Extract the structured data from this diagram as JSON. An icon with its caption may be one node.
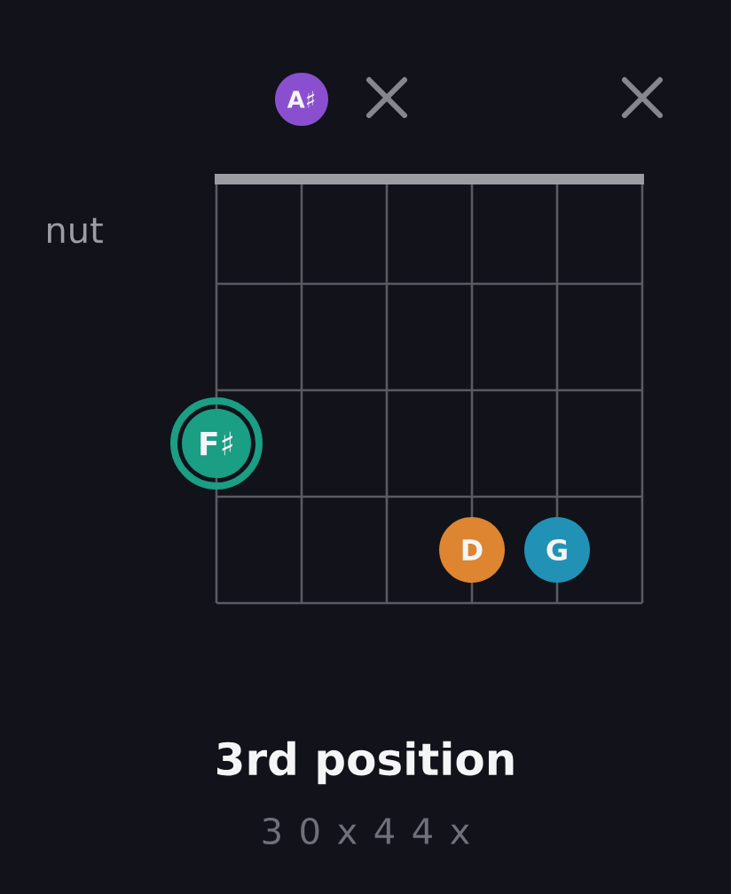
{
  "diagram": {
    "title": "3rd position",
    "nodes": [
      {
        "text": [
          "A♯"
        ]
      },
      {
        "text": [
          "F♯"
        ]
      },
      {
        "text": [
          "D"
        ]
      },
      {
        "text": [
          "G"
        ]
      }
    ],
    "labels": [
      "nut",
      "3 0 x 4 4 x"
    ]
  }
}
